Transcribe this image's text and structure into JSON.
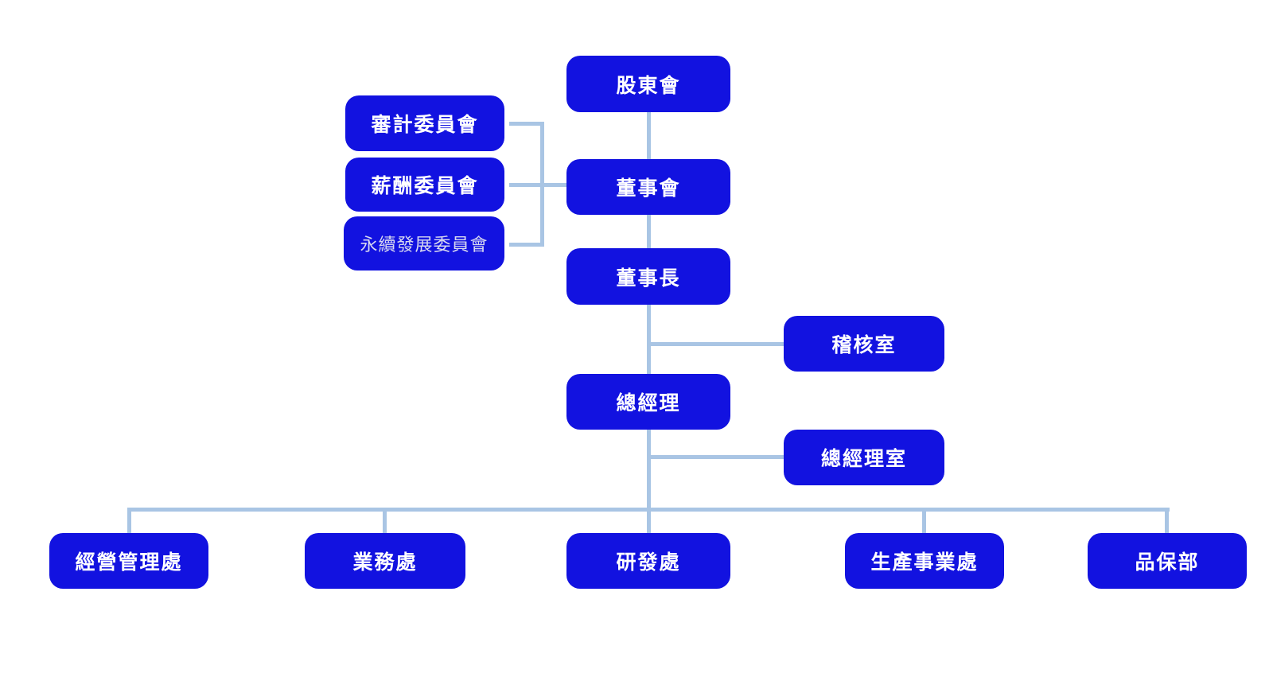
{
  "diagram": {
    "type": "org-chart",
    "colors": {
      "box_fill": "#1212E0",
      "connector": "#A9C5E4",
      "label_text": "#FFFFFF",
      "dim_label_text": "#D8D9F0",
      "background": "#FFFFFF"
    },
    "nodes": {
      "shareholders": {
        "label": "股東會"
      },
      "audit_committee": {
        "label": "審計委員會"
      },
      "compensation_committee": {
        "label": "薪酬委員會"
      },
      "sustainability_committee": {
        "label": "永續發展委員會"
      },
      "board": {
        "label": "董事會"
      },
      "chairman": {
        "label": "董事長"
      },
      "audit_office": {
        "label": "稽核室"
      },
      "president": {
        "label": "總經理"
      },
      "president_office": {
        "label": "總經理室"
      },
      "business_admin_division": {
        "label": "經營管理處"
      },
      "sales_division": {
        "label": "業務處"
      },
      "rd_division": {
        "label": "研發處"
      },
      "production_division": {
        "label": "生產事業處"
      },
      "qa_department": {
        "label": "品保部"
      }
    },
    "edges": [
      {
        "from": "shareholders",
        "to": "board"
      },
      {
        "from": "board",
        "to": "audit_committee"
      },
      {
        "from": "board",
        "to": "compensation_committee"
      },
      {
        "from": "board",
        "to": "sustainability_committee"
      },
      {
        "from": "board",
        "to": "chairman"
      },
      {
        "from": "chairman",
        "to": "audit_office"
      },
      {
        "from": "chairman",
        "to": "president"
      },
      {
        "from": "president",
        "to": "president_office"
      },
      {
        "from": "president",
        "to": "business_admin_division"
      },
      {
        "from": "president",
        "to": "sales_division"
      },
      {
        "from": "president",
        "to": "rd_division"
      },
      {
        "from": "president",
        "to": "production_division"
      },
      {
        "from": "president",
        "to": "qa_department"
      }
    ]
  }
}
